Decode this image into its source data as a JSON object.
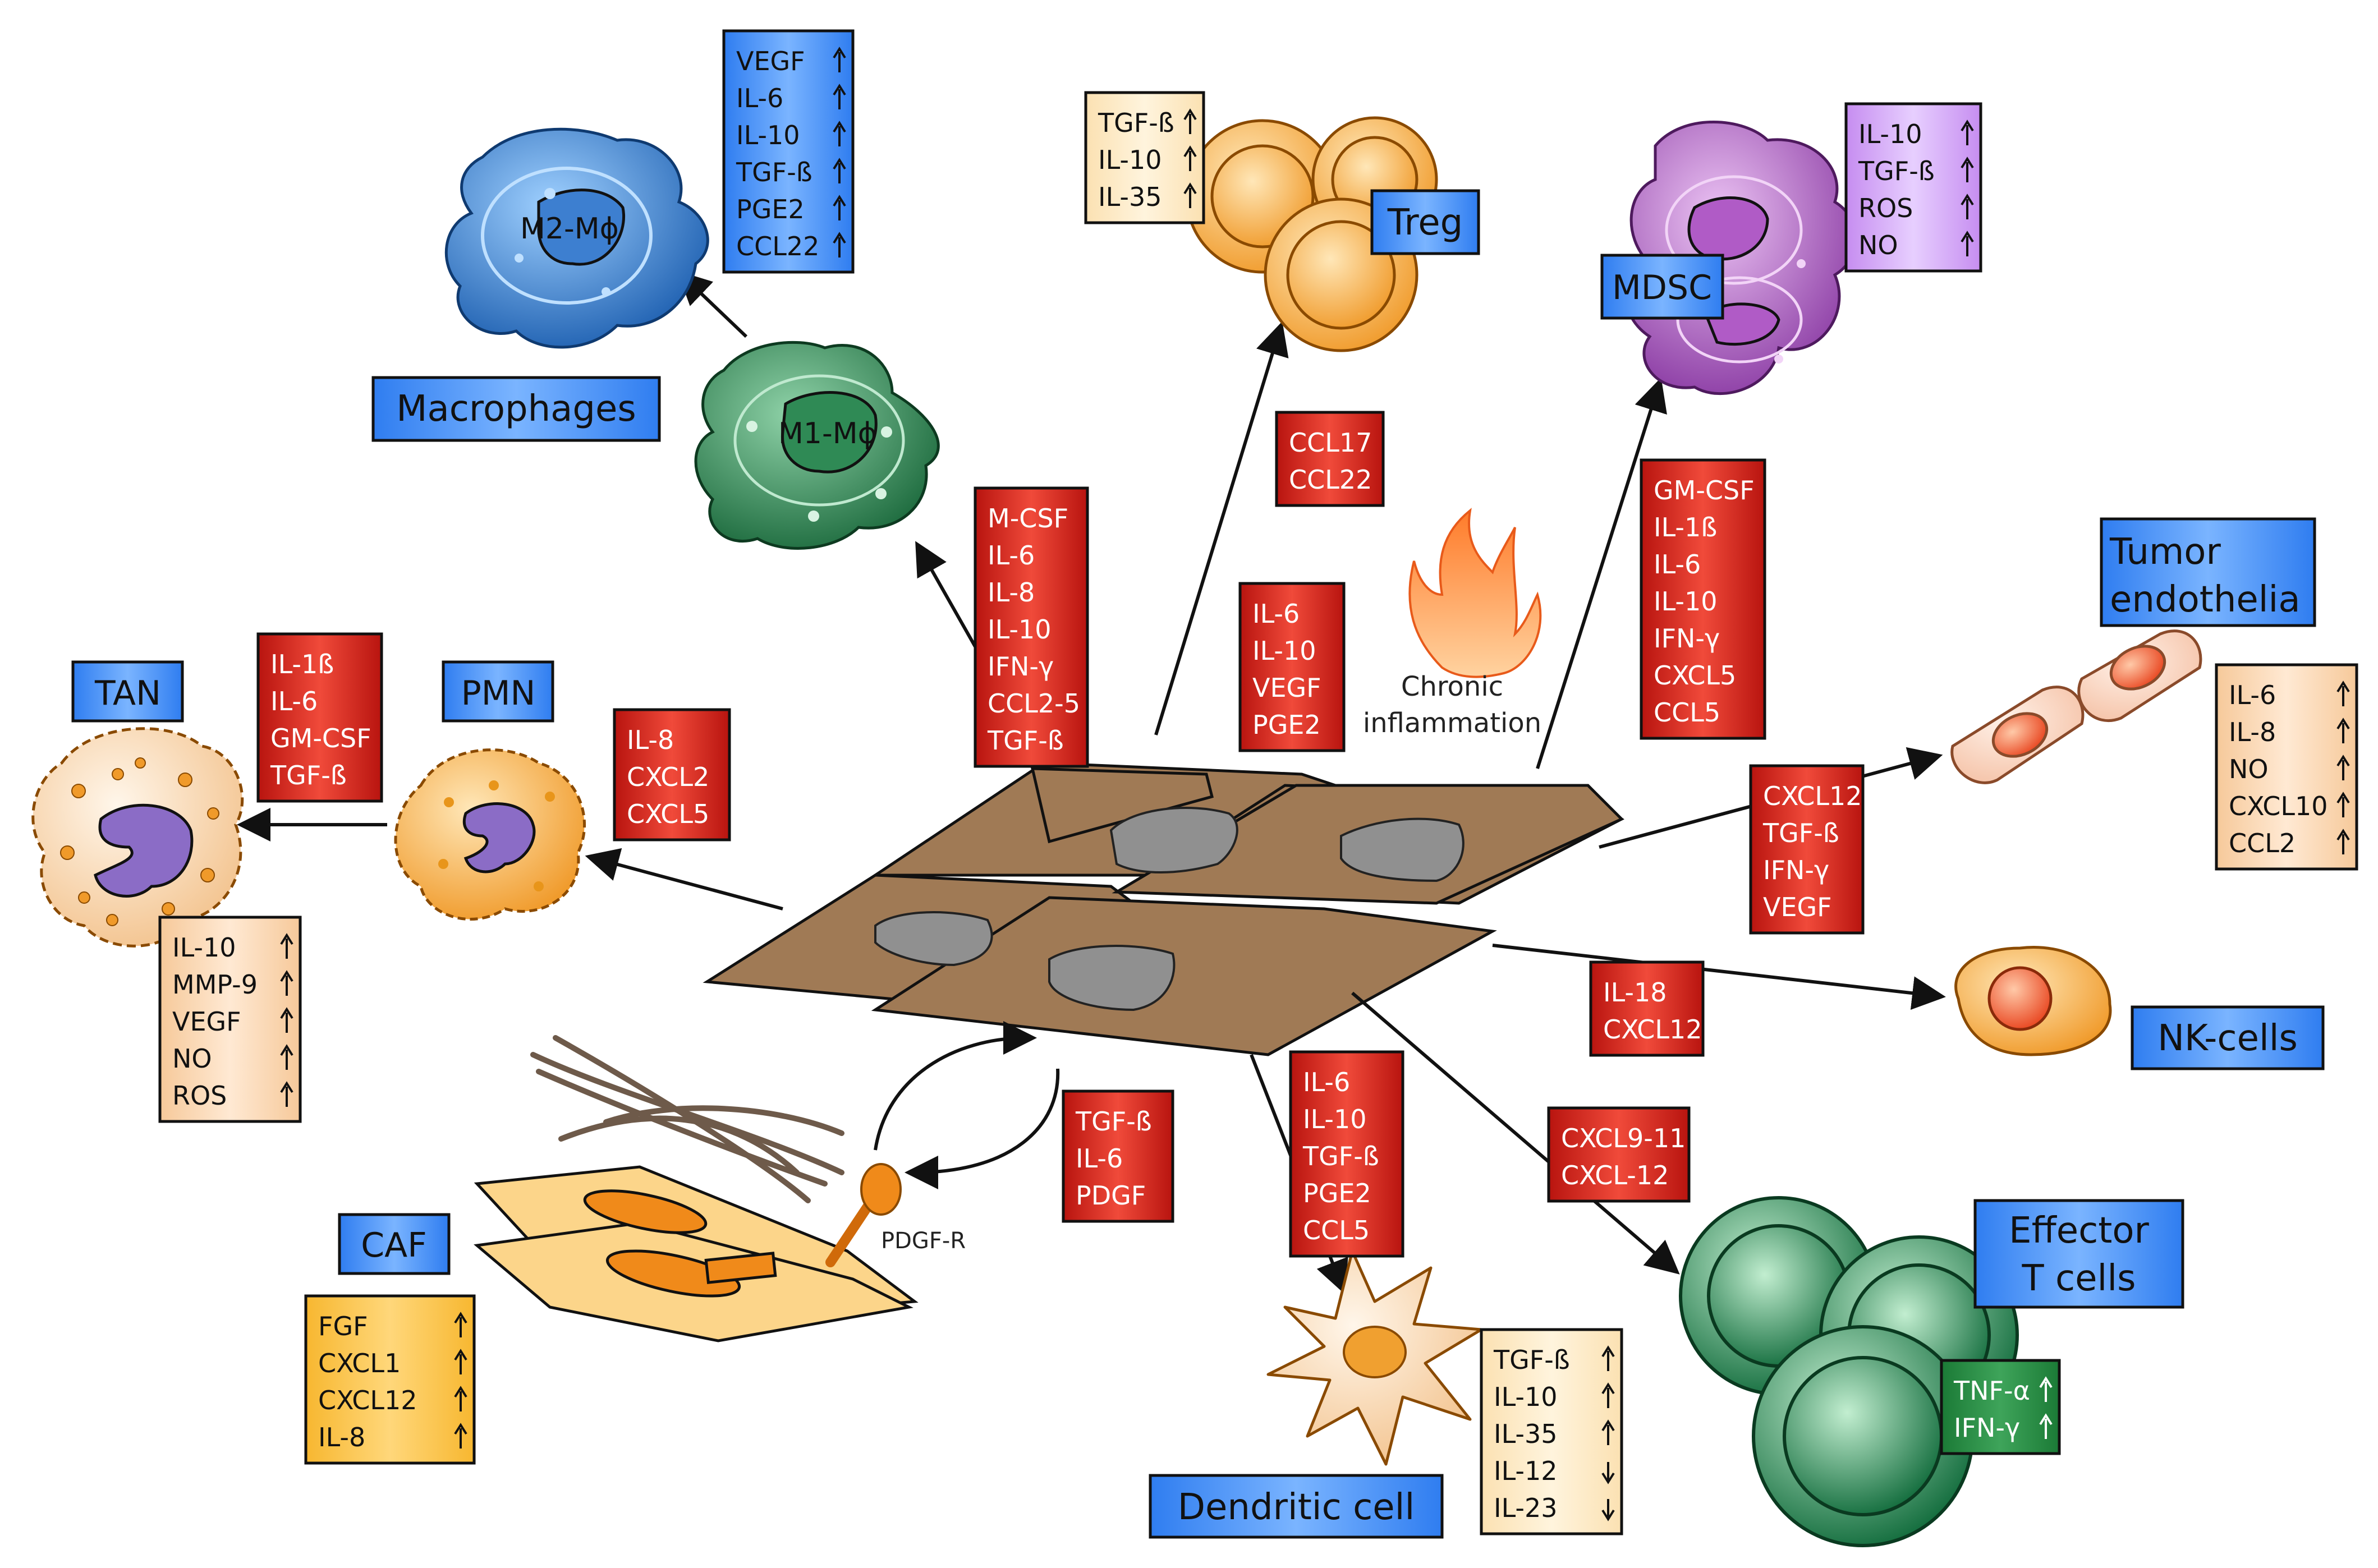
{
  "center": {
    "inflammation_label_line1": "Chronic",
    "inflammation_label_line2": "inflammation"
  },
  "labels": {
    "macrophages": "Macrophages",
    "treg": "Treg",
    "mdsc": "MDSC",
    "tumor_endothelia_line1": "Tumor",
    "tumor_endothelia_line2": "endothelia",
    "tan": "TAN",
    "pmn": "PMN",
    "nk_cells": "NK-cells",
    "effector_line1": "Effector",
    "effector_line2": "T cells",
    "caf": "CAF",
    "dendritic": "Dendritic cell",
    "m2": "M2-Mϕ",
    "m1": "M1-Mϕ",
    "pdgfr": "PDGF-R"
  },
  "tumor_secreted": {
    "macrophage": [
      "M-CSF",
      "IL-6",
      "IL-8",
      "IL-10",
      "IFN-γ",
      "CCL2-5",
      "TGF-ß"
    ],
    "treg": [
      "CCL17",
      "CCL22"
    ],
    "center": [
      "IL-6",
      "IL-10",
      "VEGF",
      "PGE2"
    ],
    "mdsc": [
      "GM-CSF",
      "IL-1ß",
      "IL-6",
      "IL-10",
      "IFN-γ",
      "CXCL5",
      "CCL5"
    ],
    "tan": [
      "IL-1ß",
      "IL-6",
      "GM-CSF",
      "TGF-ß"
    ],
    "pmn": [
      "IL-8",
      "CXCL2",
      "CXCL5"
    ],
    "endothelia": [
      "CXCL12",
      "TGF-ß",
      "IFN-γ",
      "VEGF"
    ],
    "nk": [
      "IL-18",
      "CXCL12"
    ],
    "effector": [
      "CXCL9-11",
      "CXCL-12"
    ],
    "dendritic": [
      "IL-6",
      "IL-10",
      "TGF-ß",
      "PGE2",
      "CCL5"
    ],
    "caf": [
      "TGF-ß",
      "IL-6",
      "PDGF"
    ]
  },
  "cell_outputs": {
    "m2": [
      {
        "label": "VEGF",
        "dir": "up"
      },
      {
        "label": "IL-6",
        "dir": "up"
      },
      {
        "label": "IL-10",
        "dir": "up"
      },
      {
        "label": "TGF-ß",
        "dir": "up"
      },
      {
        "label": "PGE2",
        "dir": "up"
      },
      {
        "label": "CCL22",
        "dir": "up"
      }
    ],
    "treg": [
      {
        "label": "TGF-ß",
        "dir": "up"
      },
      {
        "label": "IL-10",
        "dir": "up"
      },
      {
        "label": "IL-35",
        "dir": "up"
      }
    ],
    "mdsc": [
      {
        "label": "IL-10",
        "dir": "up"
      },
      {
        "label": "TGF-ß",
        "dir": "up"
      },
      {
        "label": "ROS",
        "dir": "up"
      },
      {
        "label": "NO",
        "dir": "up"
      }
    ],
    "endothelia": [
      {
        "label": "IL-6",
        "dir": "up"
      },
      {
        "label": "IL-8",
        "dir": "up"
      },
      {
        "label": "NO",
        "dir": "up"
      },
      {
        "label": "CXCL10",
        "dir": "up"
      },
      {
        "label": "CCL2",
        "dir": "up"
      }
    ],
    "tan": [
      {
        "label": "IL-10",
        "dir": "up"
      },
      {
        "label": "MMP-9",
        "dir": "up"
      },
      {
        "label": "VEGF",
        "dir": "up"
      },
      {
        "label": "NO",
        "dir": "up"
      },
      {
        "label": "ROS",
        "dir": "up"
      }
    ],
    "caf": [
      {
        "label": "FGF",
        "dir": "up"
      },
      {
        "label": "CXCL1",
        "dir": "up"
      },
      {
        "label": "CXCL12",
        "dir": "up"
      },
      {
        "label": "IL-8",
        "dir": "up"
      }
    ],
    "dendritic": [
      {
        "label": "TGF-ß",
        "dir": "up"
      },
      {
        "label": "IL-10",
        "dir": "up"
      },
      {
        "label": "IL-35",
        "dir": "up"
      },
      {
        "label": "IL-12",
        "dir": "down"
      },
      {
        "label": "IL-23",
        "dir": "down"
      }
    ],
    "effector": [
      {
        "label": "TNF-α",
        "dir": "up"
      },
      {
        "label": "IFN-γ",
        "dir": "up"
      }
    ]
  },
  "colors": {
    "red_box": "#d8251f",
    "label_blue": "#4fb0ee",
    "m2_blue": "#2f7fd0",
    "m1_green": "#2e8a55",
    "treg_orange": "#f4a540",
    "mdsc_purple": "#a54fbd",
    "tumor_brown": "#a07a55",
    "effector_green": "#1f8a4e"
  }
}
